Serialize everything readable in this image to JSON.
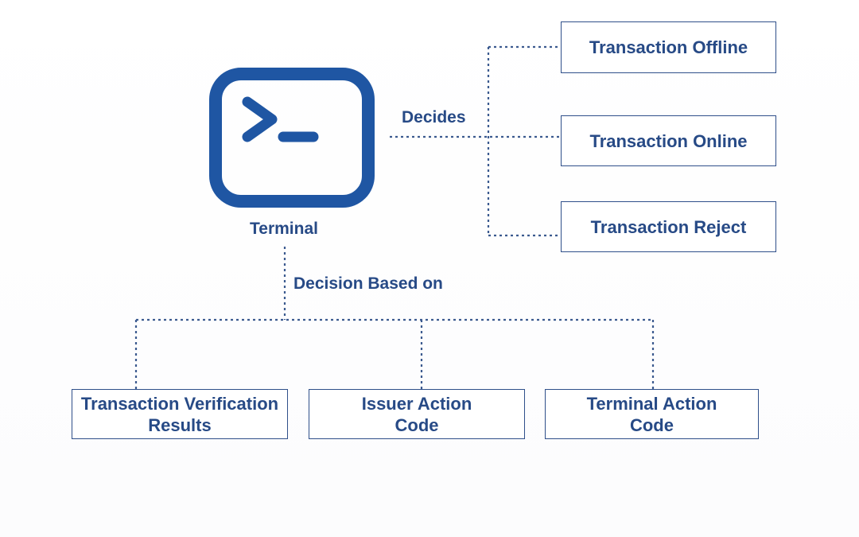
{
  "terminal": {
    "label": "Terminal",
    "icon": "terminal-prompt-icon",
    "icon_color": "#1f56a3"
  },
  "decides_label": "Decides",
  "decision_label": "Decision Based on",
  "outcomes": [
    {
      "label": "Transaction Offline"
    },
    {
      "label": "Transaction Online"
    },
    {
      "label": "Transaction Reject"
    }
  ],
  "inputs": [
    {
      "label": "Transaction Verification\nResults"
    },
    {
      "label": "Issuer Action\nCode"
    },
    {
      "label": "Terminal Action\nCode"
    }
  ],
  "colors": {
    "text": "#274a86",
    "border": "#2f4f8a",
    "connector": "#3b5a8f"
  }
}
